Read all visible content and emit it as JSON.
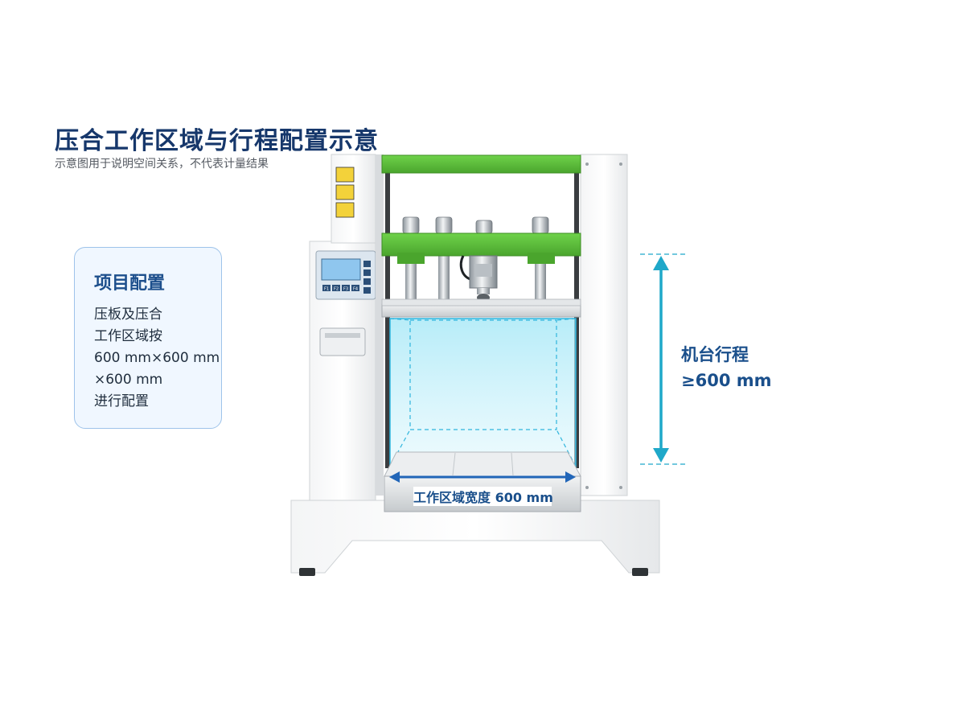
{
  "header": {
    "title": "压合工作区域与行程配置示意",
    "subtitle": "示意图用于说明空间关系，不代表计量结果"
  },
  "info_card": {
    "title": "项目配置",
    "lines": [
      "压板及压合",
      "工作区域按",
      "600 mm×600 mm",
      "×600 mm",
      "进行配置"
    ]
  },
  "annotations": {
    "stroke": {
      "label": "机台行程",
      "value": "≥600 mm"
    },
    "width": {
      "label": "工作区域宽度 600 mm"
    }
  },
  "control_panel": {
    "keys": [
      "F1",
      "F2",
      "F3",
      "F4"
    ]
  },
  "colors": {
    "frame_green": "#5fc23c",
    "accent_blue": "#2266b8",
    "stroke_cyan": "#1fa8c9",
    "title_navy": "#16376b",
    "work_zone": "#bfeefb"
  }
}
